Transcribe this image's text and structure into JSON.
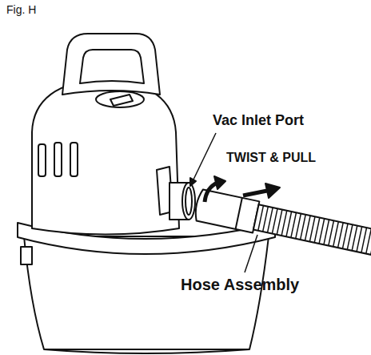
{
  "diagram": {
    "title": "Fig. H",
    "labels": [
      "Vac Inlet Port",
      "TWIST & PULL",
      "Hose Assembly"
    ]
  }
}
